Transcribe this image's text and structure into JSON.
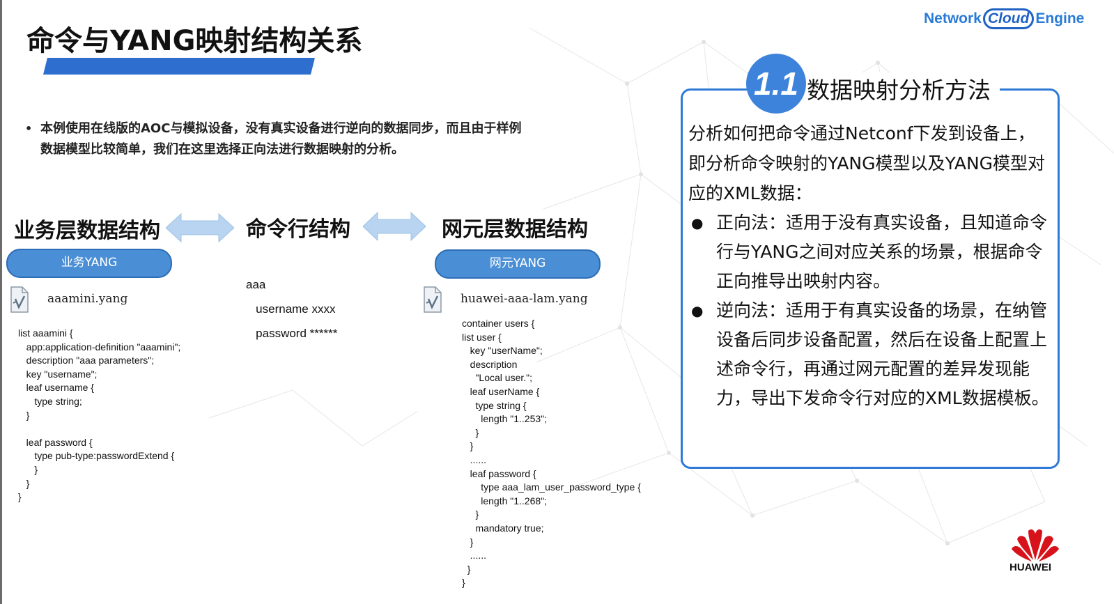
{
  "slide": {
    "title": "命令与YANG映射结构关系",
    "logo": {
      "part1": "Network",
      "part2": "Cloud",
      "part3": "Engine"
    },
    "bullet": "本例使用在线版的AOC与模拟设备，没有真实设备进行逆向的数据同步，而且由于样例数据模型比较简单，我们在这里选择正向法进行数据映射的分析。"
  },
  "columns": {
    "business": {
      "header": "业务层数据结构",
      "pill": "业务YANG",
      "file_name": "aaamini.yang",
      "code": "list aaamini {\n   app:application-definition \"aaamini\";\n   description \"aaa parameters\";\n   key \"username\";\n   leaf username {\n      type string;\n   }\n\n   leaf password {\n      type pub-type:passwordExtend {\n      }\n   }\n}"
    },
    "command": {
      "header": "命令行结构",
      "lines": "aaa\n   username xxxx\n   password ******"
    },
    "network": {
      "header": "网元层数据结构",
      "pill": "网元YANG",
      "file_name": "huawei-aaa-lam.yang",
      "code": "container users {\nlist user {\n   key \"userName\";\n   description\n     \"Local user.\";\n   leaf userName {\n     type string {\n       length \"1..253\";\n     }\n   }\n   ......\n   leaf password {\n       type aaa_lam_user_password_type {\n       length \"1..268\";\n     }\n     mandatory true;\n   }\n   ......\n  }\n}"
    }
  },
  "panel": {
    "badge": "1.1",
    "title": "数据映射分析方法",
    "intro": "分析如何把命令通过Netconf下发到设备上，即分析命令映射的YANG模型以及YANG模型对应的XML数据：",
    "bullets": [
      "正向法：适用于没有真实设备，且知道命令行与YANG之间对应关系的场景，根据命令正向推导出映射内容。",
      "逆向法：适用于有真实设备的场景，在纳管设备后同步设备配置，然后在设备上配置上述命令行，再通过网元配置的差异发现能力，导出下发命令行对应的XML数据模板。"
    ]
  },
  "footer": {
    "brand": "HUAWEI"
  },
  "colors": {
    "accent": "#2e6ecf",
    "pill": "#4a8fd6",
    "panel_border": "#2e7ad6",
    "huawei_red": "#d7121a"
  }
}
